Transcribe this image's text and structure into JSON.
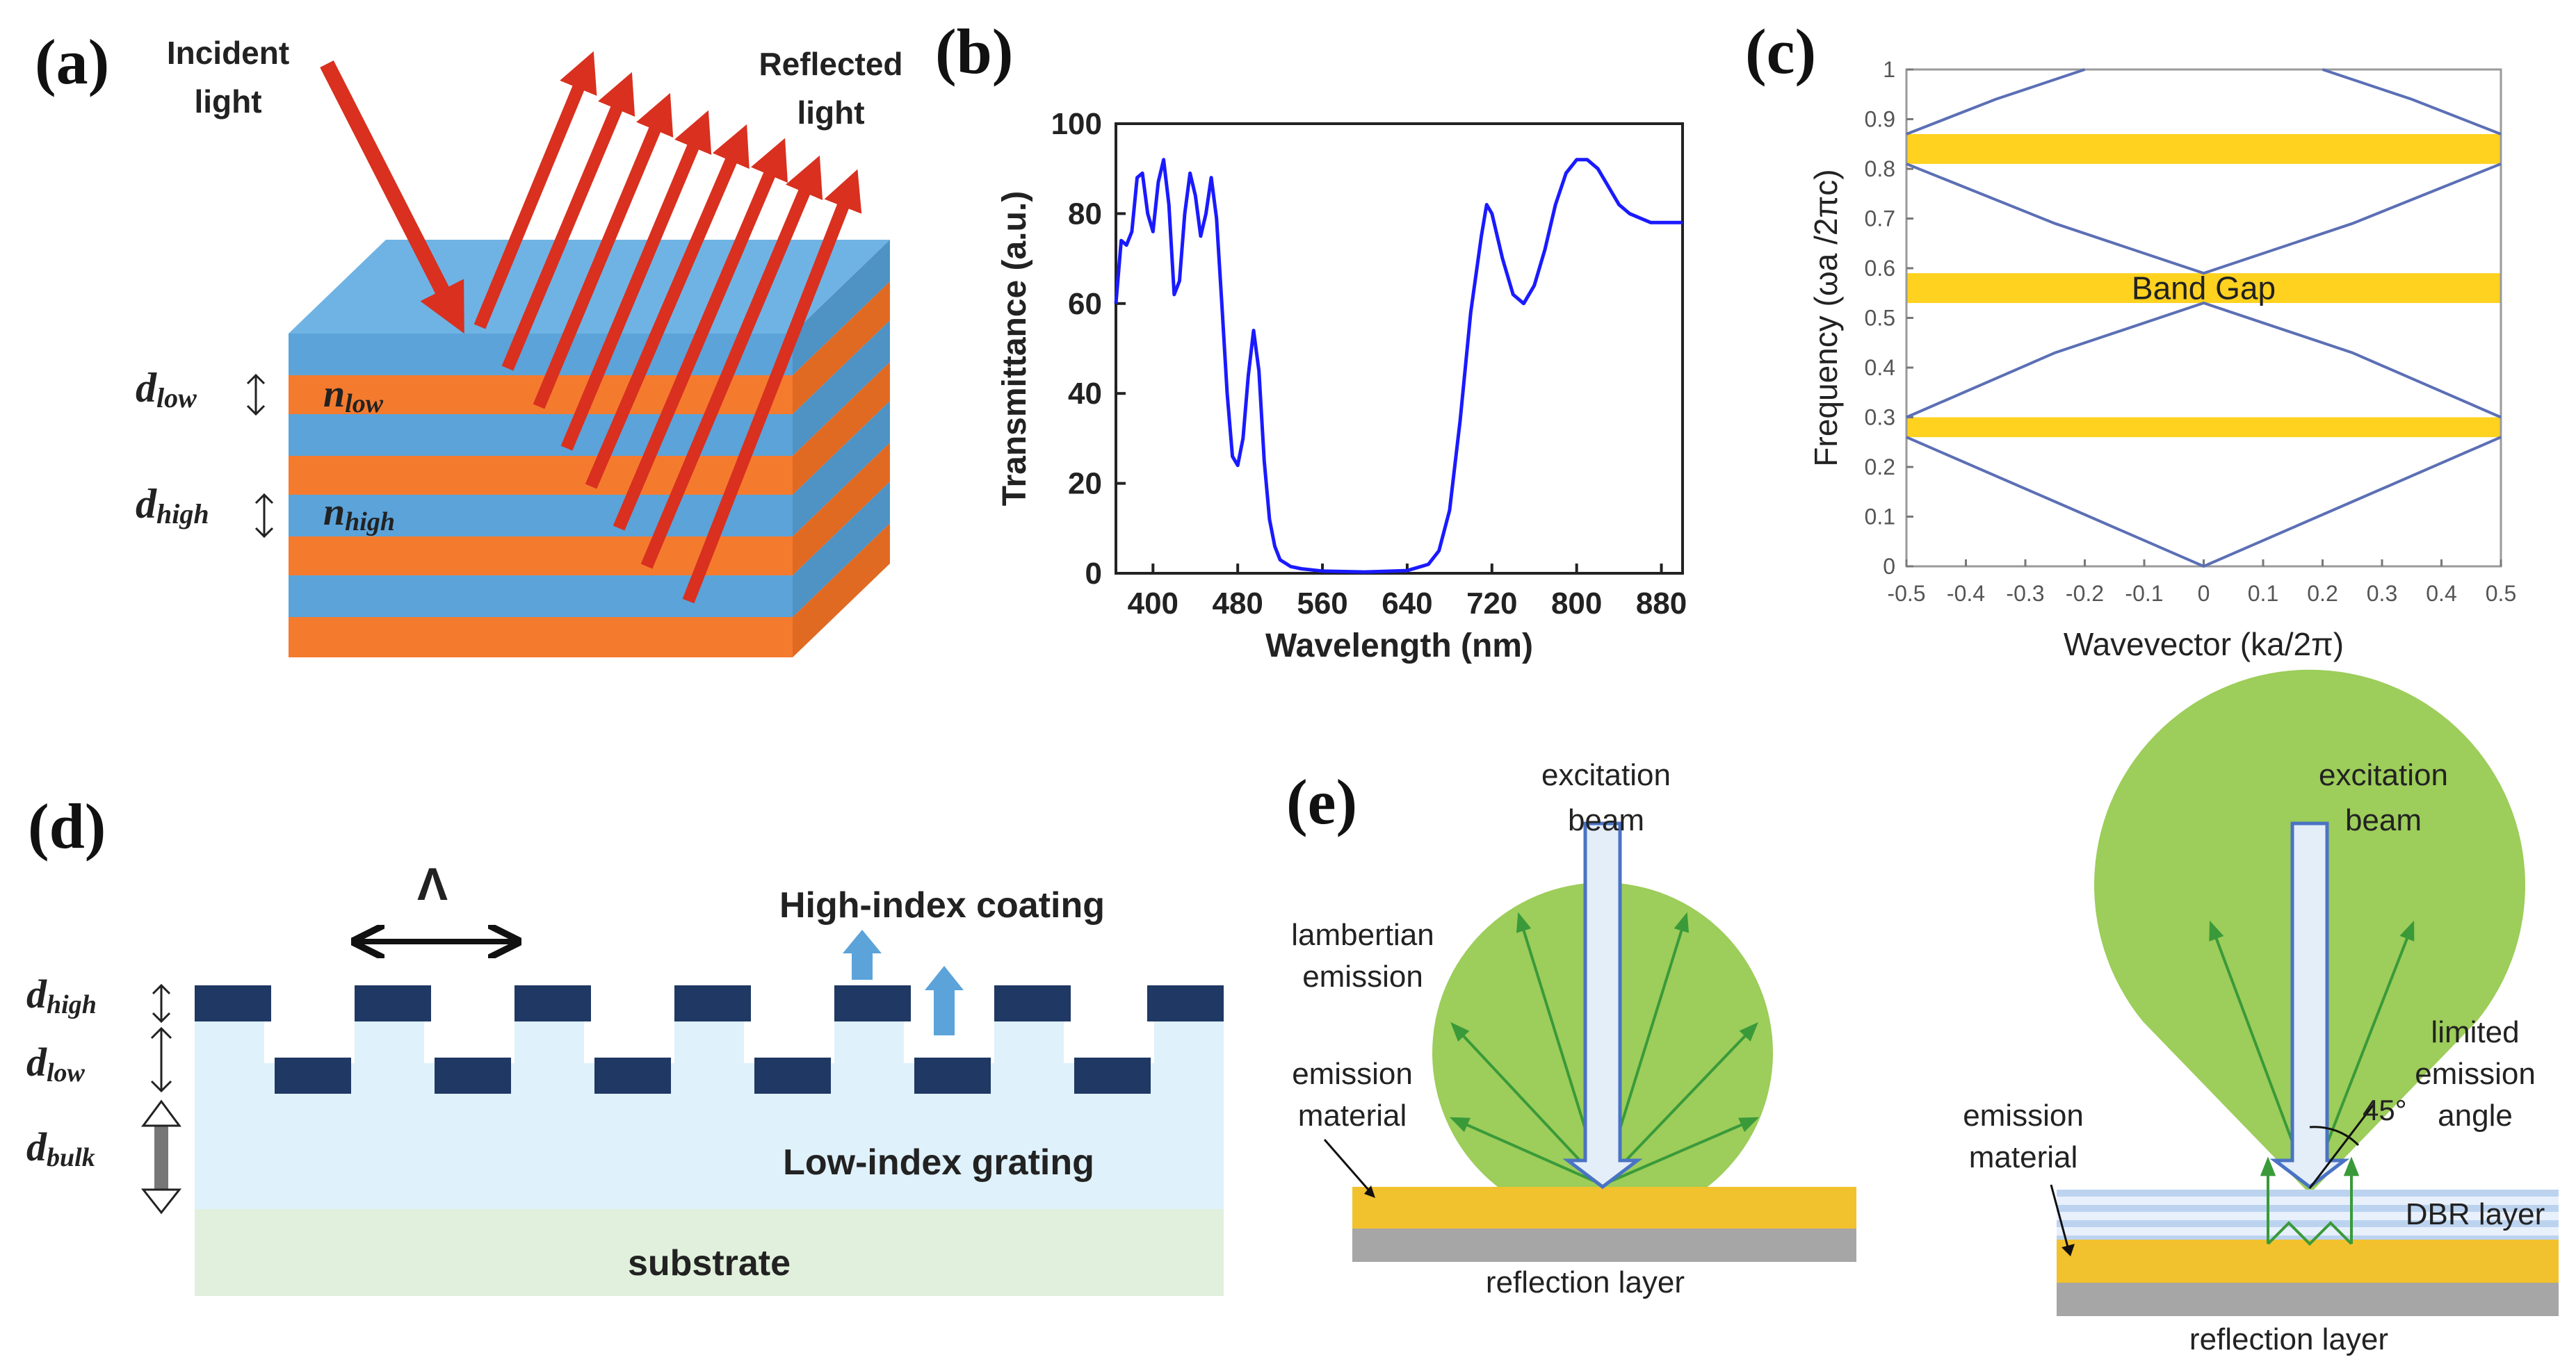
{
  "panel_a": {
    "letter": "(a)",
    "incident": [
      "Incident",
      "light"
    ],
    "reflected": [
      "Reflected",
      "light"
    ],
    "d_low": "d",
    "d_low_sub": "low",
    "d_high": "d",
    "d_high_sub": "high",
    "n_low": "n",
    "n_low_sub": "low",
    "n_high": "n",
    "n_high_sub": "high",
    "colors": {
      "blue": "#5ba3d9",
      "orange": "#f47b2e",
      "arrow": "#d9301f"
    }
  },
  "panel_b": {
    "letter": "(b)"
  },
  "panel_c": {
    "letter": "(c)"
  },
  "panel_d": {
    "letter": "(d)",
    "lambda": "Λ",
    "high_index": "High-index coating",
    "low_index": "Low-index grating",
    "substrate": "substrate",
    "d_high": "d",
    "d_high_sub": "high",
    "d_low": "d",
    "d_low_sub": "low",
    "d_bulk": "d",
    "d_bulk_sub": "bulk",
    "colors": {
      "coating": "#1f3864",
      "grating": "#dff1fb",
      "substrate": "#e0f0dc",
      "arrow": "#5ba3d9"
    }
  },
  "panel_e": {
    "letter": "(e)",
    "excitation": [
      "excitation",
      "beam"
    ],
    "lambertian": [
      "lambertian",
      "emission"
    ],
    "emission_material": [
      "emission",
      "material"
    ],
    "reflection_layer": "reflection layer",
    "limited": [
      "limited",
      "emission",
      "angle"
    ],
    "angle": "45°",
    "dbr": "DBR layer",
    "colors": {
      "emission": "#9dcd5a",
      "material": "#f2c12e",
      "reflection": "#a6a6a6",
      "ray": "#3a9a3a"
    }
  },
  "chart_data": [
    {
      "type": "line",
      "xlabel": "Wavelength (nm)",
      "ylabel": "Transmittance (a.u.)",
      "xlim": [
        365,
        900
      ],
      "ylim": [
        0,
        100
      ],
      "x_ticks": [
        400,
        480,
        560,
        640,
        720,
        800,
        880
      ],
      "y_ticks": [
        0,
        20,
        40,
        60,
        80,
        100
      ],
      "series": [
        {
          "color": "#1a1aff",
          "x": [
            365,
            370,
            375,
            380,
            385,
            390,
            395,
            400,
            405,
            410,
            415,
            420,
            425,
            430,
            435,
            440,
            445,
            450,
            455,
            460,
            465,
            470,
            475,
            480,
            485,
            490,
            495,
            500,
            505,
            510,
            515,
            520,
            530,
            540,
            560,
            600,
            640,
            660,
            670,
            680,
            690,
            700,
            710,
            715,
            720,
            730,
            740,
            750,
            760,
            770,
            780,
            790,
            800,
            810,
            820,
            830,
            840,
            850,
            860,
            870,
            880,
            890,
            900
          ],
          "y": [
            60,
            74,
            73,
            76,
            88,
            89,
            80,
            76,
            87,
            92,
            82,
            62,
            65,
            80,
            89,
            84,
            75,
            80,
            88,
            79,
            60,
            40,
            26,
            24,
            30,
            44,
            54,
            45,
            25,
            12,
            6,
            3,
            1.5,
            1,
            0.5,
            0.3,
            0.6,
            2,
            5,
            14,
            34,
            58,
            75,
            82,
            80,
            70,
            62,
            60,
            64,
            72,
            82,
            89,
            92,
            92,
            90,
            86,
            82,
            80,
            79,
            78,
            78,
            78,
            78
          ]
        }
      ]
    },
    {
      "type": "line",
      "xlabel": "Wavevector (ka/2π)",
      "ylabel": "Frequency (ωa /2πc)",
      "xlim": [
        -0.5,
        0.5
      ],
      "ylim": [
        0,
        1
      ],
      "x_ticks": [
        "-0.5",
        "-0.4",
        "-0.3",
        "-0.2",
        "-0.1",
        "0",
        "0.1",
        "0.2",
        "0.3",
        "0.4",
        "0.5"
      ],
      "y_ticks": [
        "0",
        "0.1",
        "0.2",
        "0.3",
        "0.4",
        "0.5",
        "0.6",
        "0.7",
        "0.8",
        "0.9",
        "1"
      ],
      "annotation": "Band Gap",
      "band_gaps": [
        [
          0.26,
          0.3
        ],
        [
          0.53,
          0.59
        ],
        [
          0.81,
          0.87
        ]
      ],
      "band_color": "#ffd21f",
      "line_color": "#5b6fb5",
      "series": [
        {
          "x": [
            -0.5,
            -0.25,
            0,
            0.25,
            0.5
          ],
          "y": [
            0.26,
            0.13,
            0.0,
            0.13,
            0.26
          ]
        },
        {
          "x": [
            -0.5,
            -0.25,
            0,
            0.25,
            0.5
          ],
          "y": [
            0.3,
            0.43,
            0.53,
            0.43,
            0.3
          ]
        },
        {
          "x": [
            -0.5,
            -0.25,
            0,
            0.25,
            0.5
          ],
          "y": [
            0.81,
            0.69,
            0.59,
            0.69,
            0.81
          ]
        },
        {
          "x": [
            -0.5,
            -0.35,
            -0.2
          ],
          "y": [
            0.87,
            0.94,
            1.0
          ]
        },
        {
          "x": [
            0.2,
            0.35,
            0.5
          ],
          "y": [
            1.0,
            0.94,
            0.87
          ]
        }
      ]
    }
  ]
}
